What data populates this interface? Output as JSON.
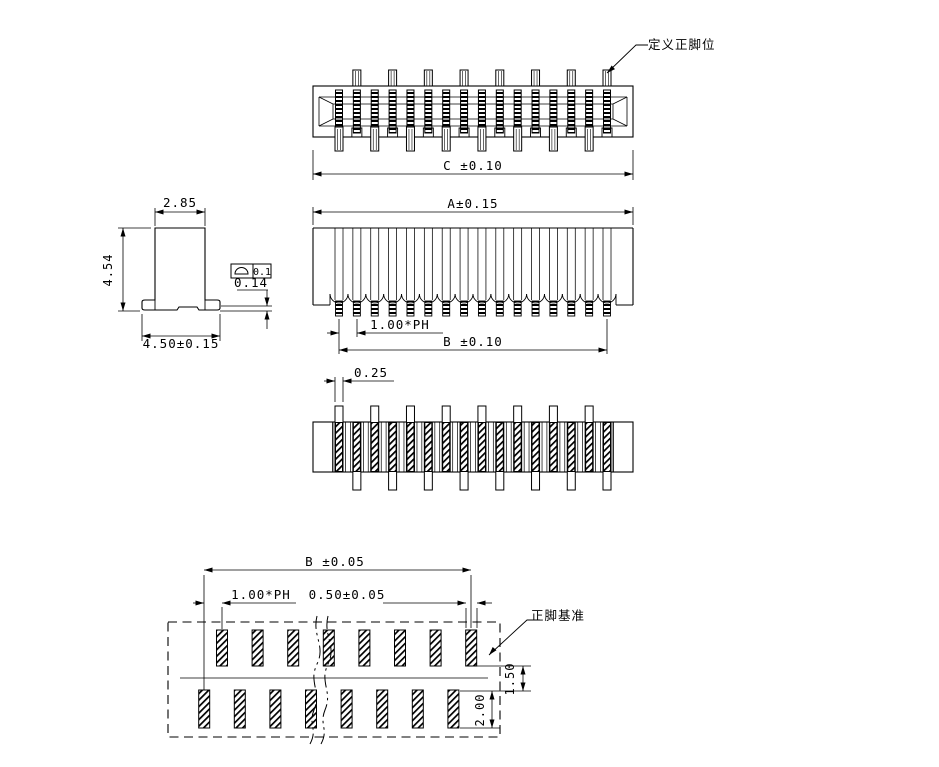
{
  "drawing": {
    "colors": {
      "line": "#000000",
      "background": "#ffffff"
    },
    "connector": {
      "pins_total": 16,
      "pins_per_row": 8
    },
    "annotations": {
      "define_pin1": "定义正脚位",
      "pin_datum": "正脚基准"
    },
    "top_view": {
      "dim_c": "C ±0.10"
    },
    "front_view": {
      "dim_a": "A±0.15",
      "dim_pitch": "1.00*PH",
      "dim_b": "B ±0.10"
    },
    "pin_view": {
      "dim_pin_width": "0.25"
    },
    "side_view": {
      "dim_top_width": "2.85",
      "dim_height": "4.54",
      "dim_base_width": "4.50±0.15",
      "dim_standoff": "0.14",
      "gdt_tolerance": "0.1"
    },
    "footprint_view": {
      "dim_b": "B ±0.05",
      "dim_pitch": "1.00*PH",
      "dim_pad_width": "0.50±0.05",
      "dim_row_gap": "1.50",
      "dim_pad_length": "2.00"
    }
  }
}
